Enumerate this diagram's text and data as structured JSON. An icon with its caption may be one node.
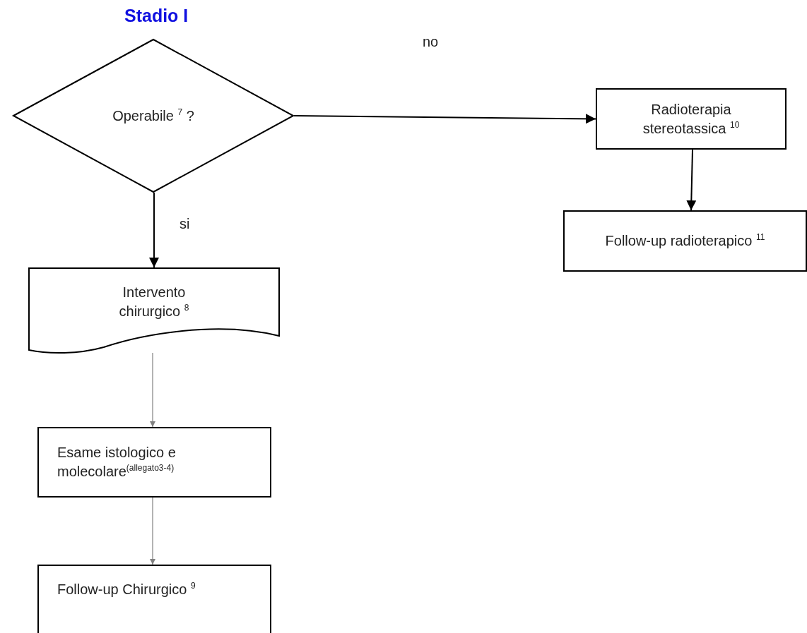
{
  "diagram": {
    "title": "Stadio I",
    "nodes": [
      {
        "text": [
          "Operabile $^{7}$ ?"
        ]
      },
      {
        "text": [
          "Radioterapia stereotassica $^{10}$"
        ]
      },
      {
        "text": [
          "Follow-up radioterapico $^{11}$"
        ]
      },
      {
        "text": [
          "Intervento chirurgico $^{8}$"
        ]
      },
      {
        "text": [
          "Esame istologico e molecolare$^{(allegato3-4)}$"
        ]
      },
      {
        "text": [
          "Follow-up Chirurgico $^{9}$"
        ]
      }
    ],
    "edges": [
      {
        "from": 0,
        "to": 1,
        "arrow": "to",
        "label": "no"
      },
      {
        "from": 1,
        "to": 2,
        "arrow": "to"
      },
      {
        "from": 0,
        "to": 3,
        "arrow": "to",
        "label": "si"
      },
      {
        "from": 3,
        "to": 4,
        "arrow": "to",
        "color": "#808080"
      },
      {
        "from": 4,
        "to": 5,
        "arrow": "to",
        "color": "#808080"
      }
    ]
  }
}
